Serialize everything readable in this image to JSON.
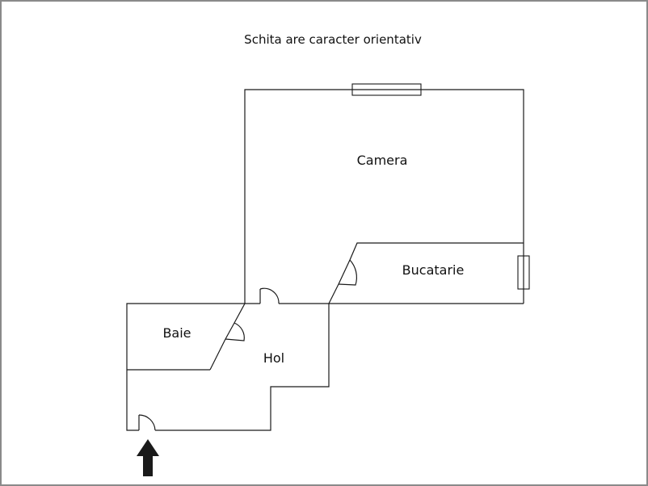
{
  "note": "Schita are caracter orientativ",
  "rooms": {
    "camera": "Camera",
    "bucatarie": "Bucatarie",
    "baie": "Baie",
    "hol": "Hol"
  },
  "colors": {
    "wall": "#1a1a1a",
    "frame": "#8a8a8a",
    "arrow": "#1a1a1a"
  },
  "icons": {
    "entrance": "entrance-arrow-icon"
  }
}
